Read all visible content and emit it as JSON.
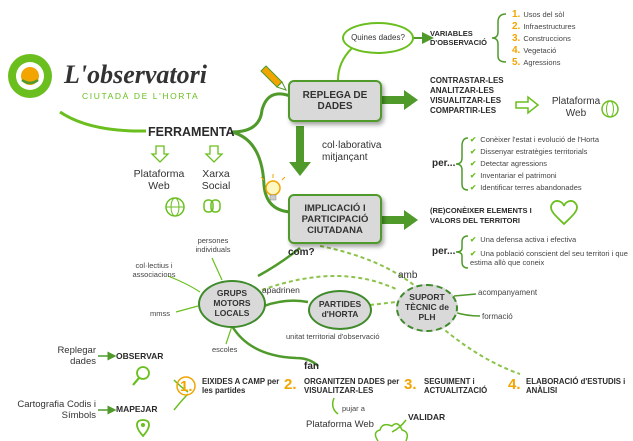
{
  "logo": {
    "name": "L'observatori",
    "subtitle": "CIUTADÀ DE L'HORTA"
  },
  "colors": {
    "green": "#6abf1f",
    "dark_green": "#4f9a2a",
    "orange": "#f2a500",
    "box_gray": "#d9d9d9"
  },
  "ferramenta": {
    "title": "FERRAMENTA",
    "web": "Plataforma Web",
    "social": "Xarxa Social"
  },
  "replega": {
    "label": "REPLEGA DE DADES",
    "bubble": "Quines dades?",
    "vars_title": "VARIABLES D'OBSERVACIÓ",
    "vars": [
      "Usos del sòl",
      "Infraestructures",
      "Construccions",
      "Vegetació",
      "Agressions"
    ]
  },
  "contrast": {
    "title": "CONTRASTAR-LES ANALITZAR-LES VISUALITZAR-LES COMPARTIR-LES",
    "platform": "Plataforma Web",
    "per": "per...",
    "items": [
      "Conèixer l'estat i evolució de l'Horta",
      "Dissenyar estratègies territorials",
      "Detectar agressions",
      "Inventariar el patrimoni",
      "Identificar terres abandonades"
    ]
  },
  "collab": "col·laborativa mitjançant",
  "implicacio": {
    "label": "IMPLICACIÓ I PARTICIPACIÓ CIUTADANA",
    "recon_title": "(RE)CONÈIXER ELEMENTS I VALORS DEL TERRITORI",
    "per": "per...",
    "items": [
      "Una defensa activa i efectiva",
      "Una població conscient del seu territori i que estima allò que coneix"
    ]
  },
  "com": "com?",
  "grups": {
    "label": "GRUPS MOTORS LOCALS",
    "sources": [
      "persones individuals",
      "col·lectius i associacions",
      "mmss",
      "escoles"
    ]
  },
  "apadrinen": "apadrinen",
  "partides": {
    "label": "PARTIDES d'HORTA",
    "caption": "unitat territorial d'observació"
  },
  "amb": "amb",
  "suport": {
    "label": "SUPORT TÈCNIC de PLH",
    "items": [
      "acompanyament",
      "formació"
    ]
  },
  "fan": "fan",
  "left_steps": {
    "replegar": "Replegar dades",
    "observar": "OBSERVAR",
    "cartografia": "Cartografia Codis i Símbols",
    "mapejar": "MAPEJAR"
  },
  "steps": [
    {
      "n": "1.",
      "label": "EIXIDES A CAMP per les partides"
    },
    {
      "n": "2.",
      "label": "ORGANITZEN DADES per VISUALITZAR-LES"
    },
    {
      "n": "3.",
      "label": "SEGUIMENT i ACTUALITZACIÓ"
    },
    {
      "n": "4.",
      "label": "ELABORACIÓ d'ESTUDIS i ANÀLISI"
    }
  ],
  "pujar": "pujar a",
  "platform_bottom": "Plataforma Web",
  "validar": "VALIDAR"
}
